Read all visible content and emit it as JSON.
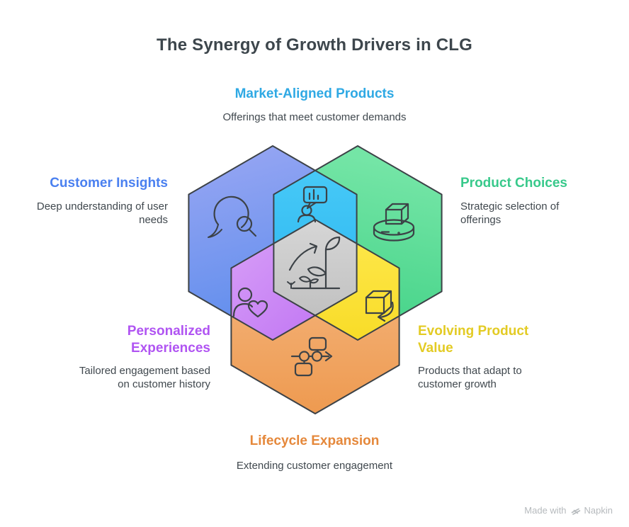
{
  "title": "The Synergy of Growth Drivers in CLG",
  "labels": {
    "top": {
      "title": "Market-Aligned Products",
      "desc": "Offerings that meet customer demands",
      "color": "#2fa9e4"
    },
    "left": {
      "title": "Customer Insights",
      "desc": "Deep understanding of user needs",
      "color": "#4a80f0"
    },
    "right": {
      "title": "Product Choices",
      "desc": "Strategic selection of offerings",
      "color": "#38c98b"
    },
    "bottom_left": {
      "title": "Personalized Experiences",
      "desc": "Tailored engagement based on customer history",
      "color": "#b054f2"
    },
    "bottom_right": {
      "title": "Evolving Product Value",
      "desc": "Products that adapt to customer growth",
      "color": "#e3cb24"
    },
    "bottom": {
      "title": "Lifecycle Expansion",
      "desc": "Extending customer engagement",
      "color": "#e5883b"
    }
  },
  "diagram": {
    "regions": [
      {
        "name": "customer-insights",
        "fill_top": "#9aa7f3",
        "fill_bottom": "#5e8ded",
        "icon": "chat-search-icon"
      },
      {
        "name": "product-choices",
        "fill_top": "#74e5a6",
        "fill_bottom": "#3cd083",
        "icon": "box-on-platform-icon"
      },
      {
        "name": "lifecycle-expansion",
        "fill_top": "#f6bd8b",
        "fill_bottom": "#ee9a50",
        "icon": "flowchart-icon"
      },
      {
        "name": "market-aligned-products",
        "fill_top": "#47c9f7",
        "fill_bottom": "#29b5ef",
        "icon": "person-presentation-icon"
      },
      {
        "name": "personalized-experiences",
        "fill_top": "#d9a2f8",
        "fill_bottom": "#bd6ff2",
        "icon": "person-heart-icon"
      },
      {
        "name": "evolving-product-value",
        "fill_top": "#ffe94f",
        "fill_bottom": "#f8dc28",
        "icon": "cube-arrow-icon"
      },
      {
        "name": "synergy-core",
        "fill_top": "#d6d6d6",
        "fill_bottom": "#c1c1c1",
        "icon": "growth-plant-icon"
      }
    ],
    "outline_color": "#3c4247"
  },
  "footer": {
    "made_with": "Made with",
    "brand": "Napkin",
    "logo": "napkin-logo-icon",
    "color": "#b6babd"
  }
}
